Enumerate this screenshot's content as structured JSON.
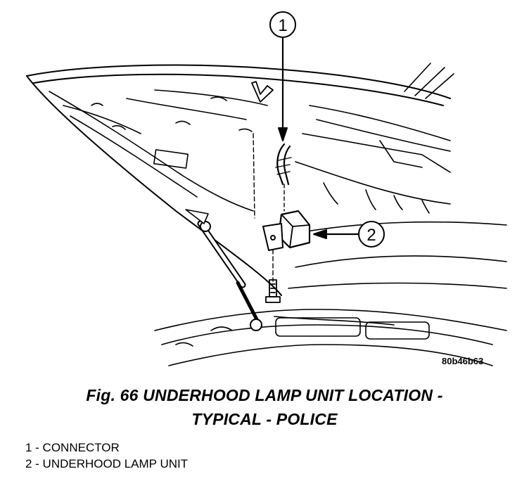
{
  "figure": {
    "callouts": [
      "1",
      "2"
    ],
    "figure_id": "80b46b63"
  },
  "caption": {
    "line1": "Fig. 66 UNDERHOOD LAMP UNIT LOCATION -",
    "line2": "TYPICAL - POLICE"
  },
  "legend": [
    "1 - CONNECTOR",
    "2 - UNDERHOOD LAMP UNIT"
  ]
}
